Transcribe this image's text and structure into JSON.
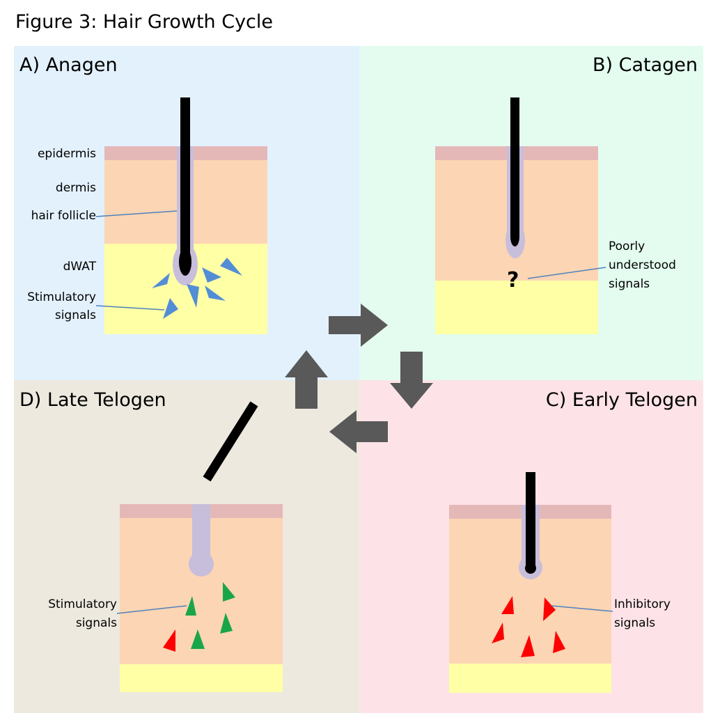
{
  "figure": {
    "title": "Figure 3: Hair Growth Cycle"
  },
  "colors": {
    "anagen_bg": "#e3f1fd",
    "catagen_bg": "#e3fcef",
    "early_telogen_bg": "#fde3e7",
    "late_telogen_bg": "#ede9df",
    "epidermis": "#e5b8b8",
    "dermis": "#fcd5b4",
    "dwat": "#ffffa6",
    "follicle": "#c7bedb",
    "hair": "#000000",
    "arrow": "#595959",
    "stimulatory_blue": "#538dd5",
    "stimulatory_green": "#19a64a",
    "inhibitory_red": "#ff0000",
    "leader_line": "#4f81bd"
  },
  "panels": {
    "anagen": {
      "title": "A) Anagen",
      "labels": {
        "epidermis": "epidermis",
        "dermis": "dermis",
        "hair_follicle": "hair follicle",
        "dwat": "dWAT",
        "signals_line1": "Stimulatory",
        "signals_line2": "signals"
      }
    },
    "catagen": {
      "title": "B) Catagen",
      "question": "?",
      "labels": {
        "line1": "Poorly",
        "line2": "understood",
        "line3": "signals"
      }
    },
    "early_telogen": {
      "title": "C) Early Telogen",
      "labels": {
        "line1": "Inhibitory",
        "line2": "signals"
      }
    },
    "late_telogen": {
      "title": "D) Late Telogen",
      "labels": {
        "line1": "Stimulatory",
        "line2": "signals"
      }
    }
  },
  "cycle_arrows": [
    {
      "from": "anagen",
      "to": "catagen",
      "direction": "right",
      "icon": "arrow-right-icon"
    },
    {
      "from": "catagen",
      "to": "early_telogen",
      "direction": "down",
      "icon": "arrow-down-icon"
    },
    {
      "from": "early_telogen",
      "to": "late_telogen",
      "direction": "left",
      "icon": "arrow-left-icon"
    },
    {
      "from": "late_telogen",
      "to": "anagen",
      "direction": "up",
      "icon": "arrow-up-icon"
    }
  ]
}
